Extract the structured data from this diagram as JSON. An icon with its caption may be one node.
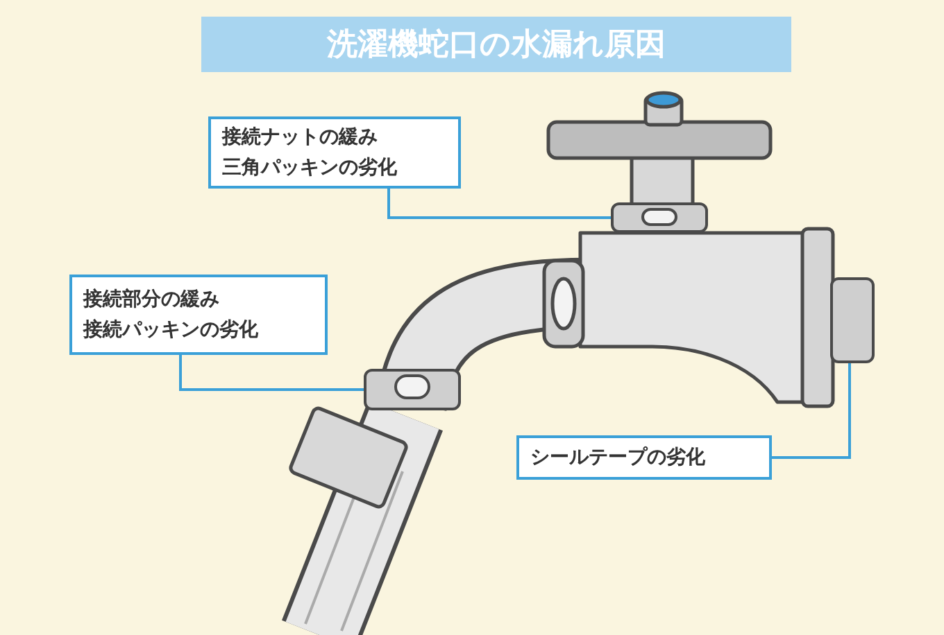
{
  "diagram": {
    "title": "洗濯機蛇口の水漏れ原因",
    "nodes": [
      {
        "text": [
          "接続ナットの緩み",
          "三角パッキンの劣化"
        ]
      },
      {
        "text": [],
        "shape": "box"
      },
      {
        "text": [
          "接続部分の緩み",
          "接続パッキンの劣化"
        ]
      },
      {
        "text": [],
        "shape": "box"
      },
      {
        "text": [
          "シールテープの劣化"
        ]
      },
      {
        "text": [],
        "shape": "box"
      }
    ],
    "edges": [
      {
        "from": 0,
        "to": 1,
        "arrow": "none"
      },
      {
        "from": 2,
        "to": 3,
        "arrow": "none"
      },
      {
        "from": 4,
        "to": 5,
        "arrow": "none"
      }
    ]
  }
}
